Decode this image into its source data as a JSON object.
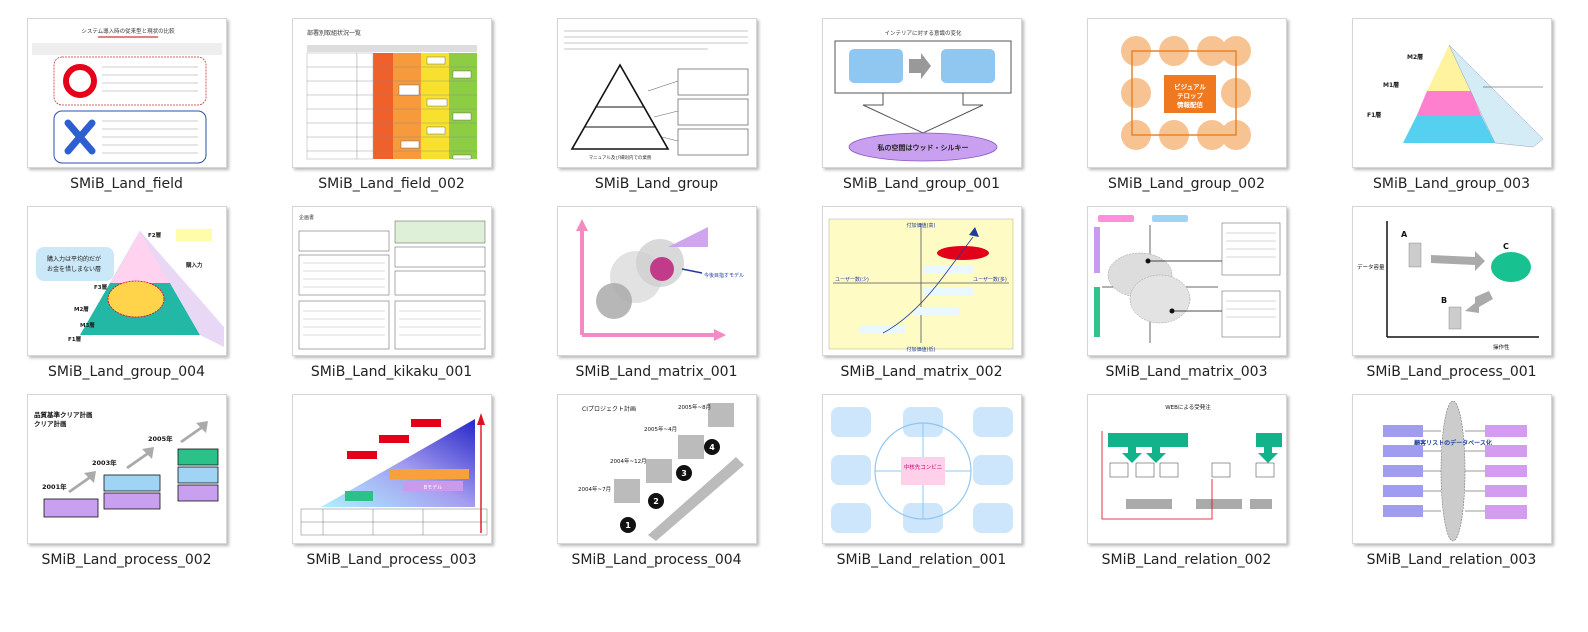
{
  "files": [
    {
      "name": "SMiB_Land_field",
      "icon": "slide-thumbnail",
      "preview_text": [
        "システム導入時の従来型と現状の比較"
      ]
    },
    {
      "name": "SMiB_Land_field_002",
      "icon": "slide-thumbnail",
      "preview_text": [
        "部署別取組状況一覧"
      ]
    },
    {
      "name": "SMiB_Land_group",
      "icon": "slide-thumbnail",
      "preview_text": [
        "マニュアル及び細則内での業務"
      ]
    },
    {
      "name": "SMiB_Land_group_001",
      "icon": "slide-thumbnail",
      "preview_text": [
        "インテリアに対する意識の変化",
        "私の空間はウッド・シルキー"
      ]
    },
    {
      "name": "SMiB_Land_group_002",
      "icon": "slide-thumbnail",
      "preview_text": [
        "ビジュアルテロップ情報配信"
      ]
    },
    {
      "name": "SMiB_Land_group_003",
      "icon": "slide-thumbnail",
      "preview_text": [
        "M2層",
        "M1層",
        "F1層"
      ]
    },
    {
      "name": "SMiB_Land_group_004",
      "icon": "slide-thumbnail",
      "preview_text": [
        "F2層",
        "M2層",
        "M3層",
        "F1層",
        "購入力"
      ]
    },
    {
      "name": "SMiB_Land_kikaku_001",
      "icon": "slide-thumbnail",
      "preview_text": [
        "企画書"
      ]
    },
    {
      "name": "SMiB_Land_matrix_001",
      "icon": "slide-thumbnail",
      "preview_text": [
        "今後目指すモデル"
      ]
    },
    {
      "name": "SMiB_Land_matrix_002",
      "icon": "slide-thumbnail",
      "preview_text": [
        "付加価値(高)",
        "付加価値(低)",
        "ユーザー数(少)",
        "ユーザー数(多)"
      ]
    },
    {
      "name": "SMiB_Land_matrix_003",
      "icon": "slide-thumbnail",
      "preview_text": []
    },
    {
      "name": "SMiB_Land_process_001",
      "icon": "slide-thumbnail",
      "preview_text": [
        "データ容量",
        "操作性",
        "A",
        "B",
        "C"
      ]
    },
    {
      "name": "SMiB_Land_process_002",
      "icon": "slide-thumbnail",
      "preview_text": [
        "品質基準クリア計画",
        "2001年",
        "2003年",
        "2005年"
      ]
    },
    {
      "name": "SMiB_Land_process_003",
      "icon": "slide-thumbnail",
      "preview_text": [
        "Bモデル"
      ]
    },
    {
      "name": "SMiB_Land_process_004",
      "icon": "slide-thumbnail",
      "preview_text": [
        "CIプロジェクト計画",
        "2004年~7月",
        "2004年~12月",
        "2005年~4月",
        "2005年~8月",
        "1",
        "2",
        "3",
        "4"
      ]
    },
    {
      "name": "SMiB_Land_relation_001",
      "icon": "slide-thumbnail",
      "preview_text": [
        "中核先コンビニ"
      ]
    },
    {
      "name": "SMiB_Land_relation_002",
      "icon": "slide-thumbnail",
      "preview_text": [
        "WEBによる受発注"
      ]
    },
    {
      "name": "SMiB_Land_relation_003",
      "icon": "slide-thumbnail",
      "preview_text": [
        "顧客リストのデータベース化"
      ]
    }
  ],
  "colors": {
    "tile_border": "#d6d6d6",
    "label_text": "#222222",
    "background": "#ffffff"
  }
}
